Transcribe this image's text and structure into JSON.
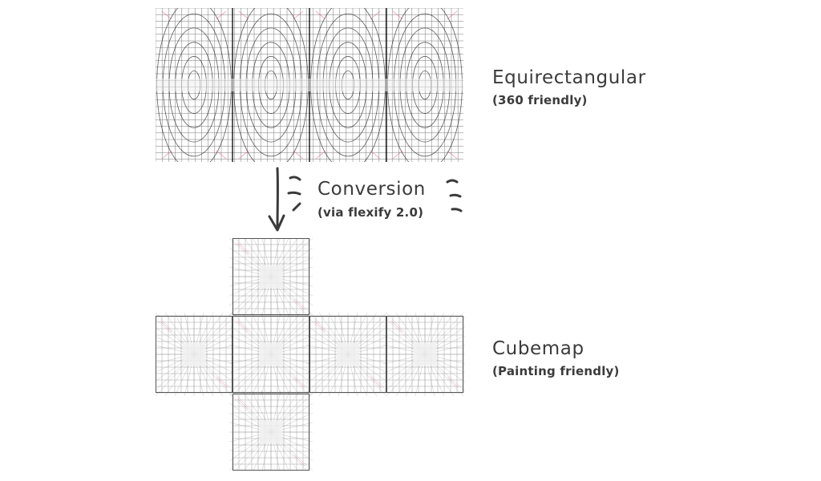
{
  "equirect": {
    "title": "Equirectangular",
    "subtitle": "(360 friendly)"
  },
  "conversion": {
    "title": "Conversion",
    "subtitle": "(via flexify 2.0)"
  },
  "cubemap": {
    "title": "Cubemap",
    "subtitle": "(Painting friendly)",
    "faces": [
      "top",
      "left",
      "front",
      "right",
      "back",
      "bottom"
    ]
  },
  "colors": {
    "grid": "#4a4a4a",
    "accent": "#e0607a",
    "text": "#3b3b3b"
  }
}
